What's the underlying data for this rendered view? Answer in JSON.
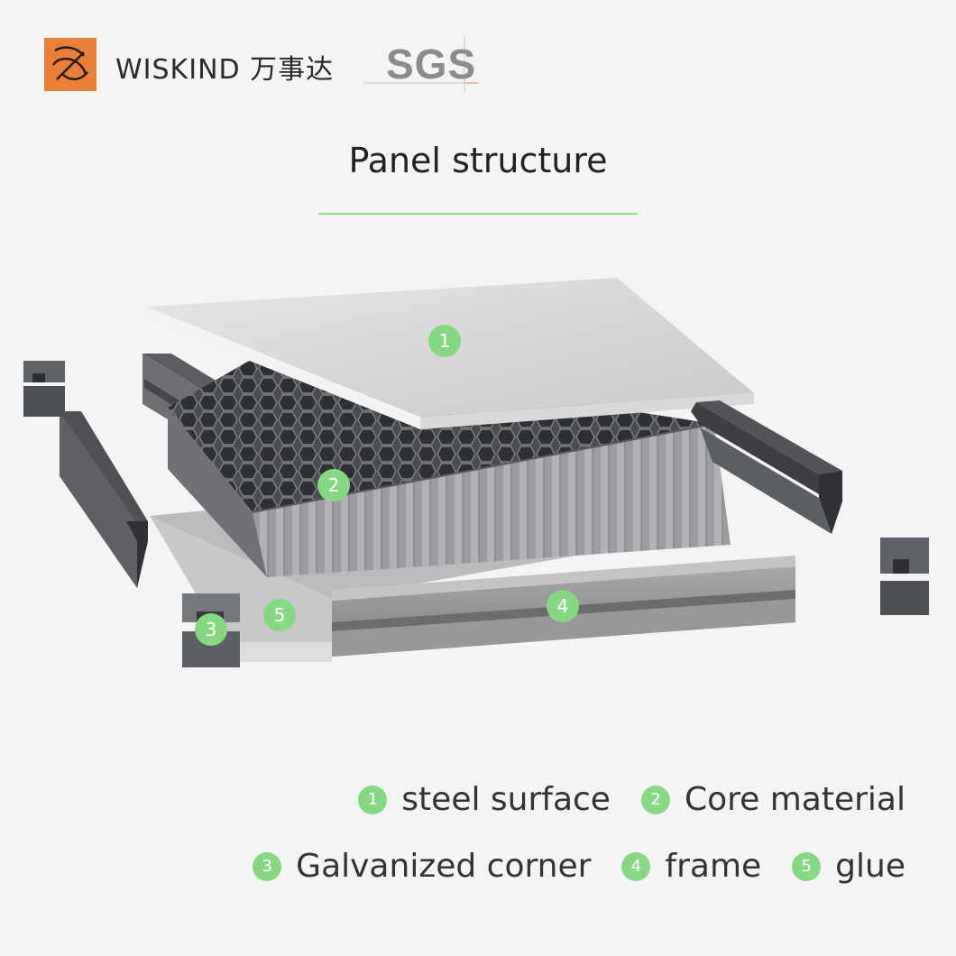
{
  "header": {
    "brand_name": "WISKIND 万事达",
    "certification": "SGS"
  },
  "title": "Panel structure",
  "colors": {
    "accent_green": "#86d982",
    "logo_orange": "#e8803a",
    "background": "#f4f4f4"
  },
  "callouts": [
    {
      "number": "1"
    },
    {
      "number": "2"
    },
    {
      "number": "3"
    },
    {
      "number": "4"
    },
    {
      "number": "5"
    }
  ],
  "legend": [
    {
      "number": "1",
      "label": "steel surface"
    },
    {
      "number": "2",
      "label": "Core material"
    },
    {
      "number": "3",
      "label": "Galvanized corner"
    },
    {
      "number": "4",
      "label": "frame"
    },
    {
      "number": "5",
      "label": "glue"
    }
  ]
}
